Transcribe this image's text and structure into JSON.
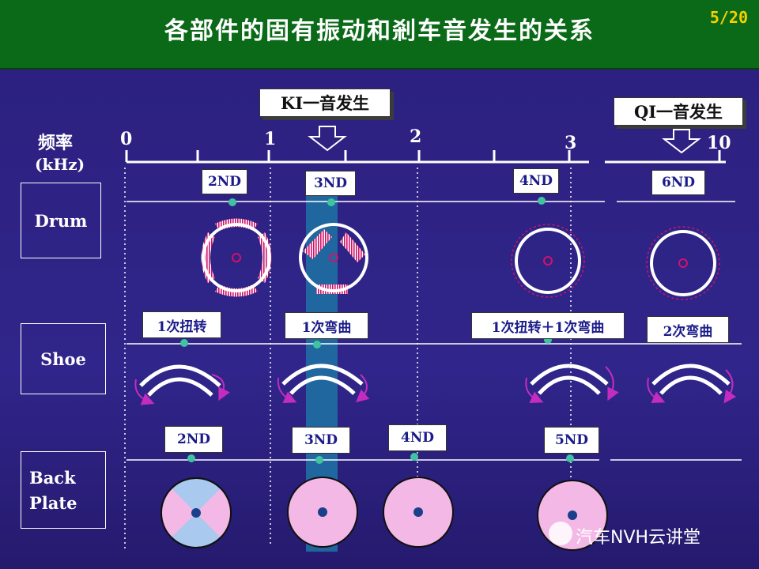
{
  "header": {
    "title": "各部件的固有振动和剎车音发生的关系",
    "page": "5/20"
  },
  "axis": {
    "label_line1": "频率",
    "label_line2": "(kHz)",
    "ticks": [
      "0",
      "1",
      "2",
      "3",
      "10"
    ]
  },
  "callouts": {
    "ki": "KI一音发生",
    "qi": "QI一音发生"
  },
  "rows": {
    "drum": "Drum",
    "shoe": "Shoe",
    "back_line1": "Back",
    "back_line2": "Plate"
  },
  "drum_modes": [
    "2ND",
    "3ND",
    "4ND",
    "6ND"
  ],
  "shoe_modes": [
    "1次扭转",
    "1次弯曲",
    "1次扭转＋1次弯曲",
    "2次弯曲"
  ],
  "plate_modes": [
    "2ND",
    "3ND",
    "4ND",
    "5ND"
  ],
  "watermark": "汽车NVH云讲堂",
  "colors": {
    "header": "#0b6a18",
    "background": "#2c2180",
    "highlight": "#1f6fa3",
    "page_number": "#f6d000"
  },
  "chart_data": {
    "type": "scatter",
    "title": "各部件的固有振动和剎车音发生的关系",
    "xlabel": "频率 (kHz)",
    "ylabel": "",
    "x_ticks": [
      "0",
      "1",
      "2",
      "3",
      "10"
    ],
    "categories": [
      "Drum",
      "Shoe",
      "Back Plate"
    ],
    "series": [
      {
        "name": "Drum",
        "points": [
          {
            "label": "2ND",
            "x": 0.75
          },
          {
            "label": "3ND",
            "x": 1.4
          },
          {
            "label": "4ND",
            "x": 2.85
          },
          {
            "label": "6ND",
            "x": 10
          }
        ]
      },
      {
        "name": "Shoe",
        "points": [
          {
            "label": "1次扭转",
            "x": 0.4
          },
          {
            "label": "1次弯曲",
            "x": 1.35
          },
          {
            "label": "1次扭转＋1次弯曲",
            "x": 2.8
          },
          {
            "label": "2次弯曲",
            "x": 10
          }
        ]
      },
      {
        "name": "Back Plate",
        "points": [
          {
            "label": "2ND",
            "x": 0.45
          },
          {
            "label": "3ND",
            "x": 1.4
          },
          {
            "label": "4ND",
            "x": 1.95
          },
          {
            "label": "5ND",
            "x": 3.0
          }
        ]
      }
    ],
    "annotations": [
      "KI一音发生",
      "QI一音发生"
    ]
  }
}
